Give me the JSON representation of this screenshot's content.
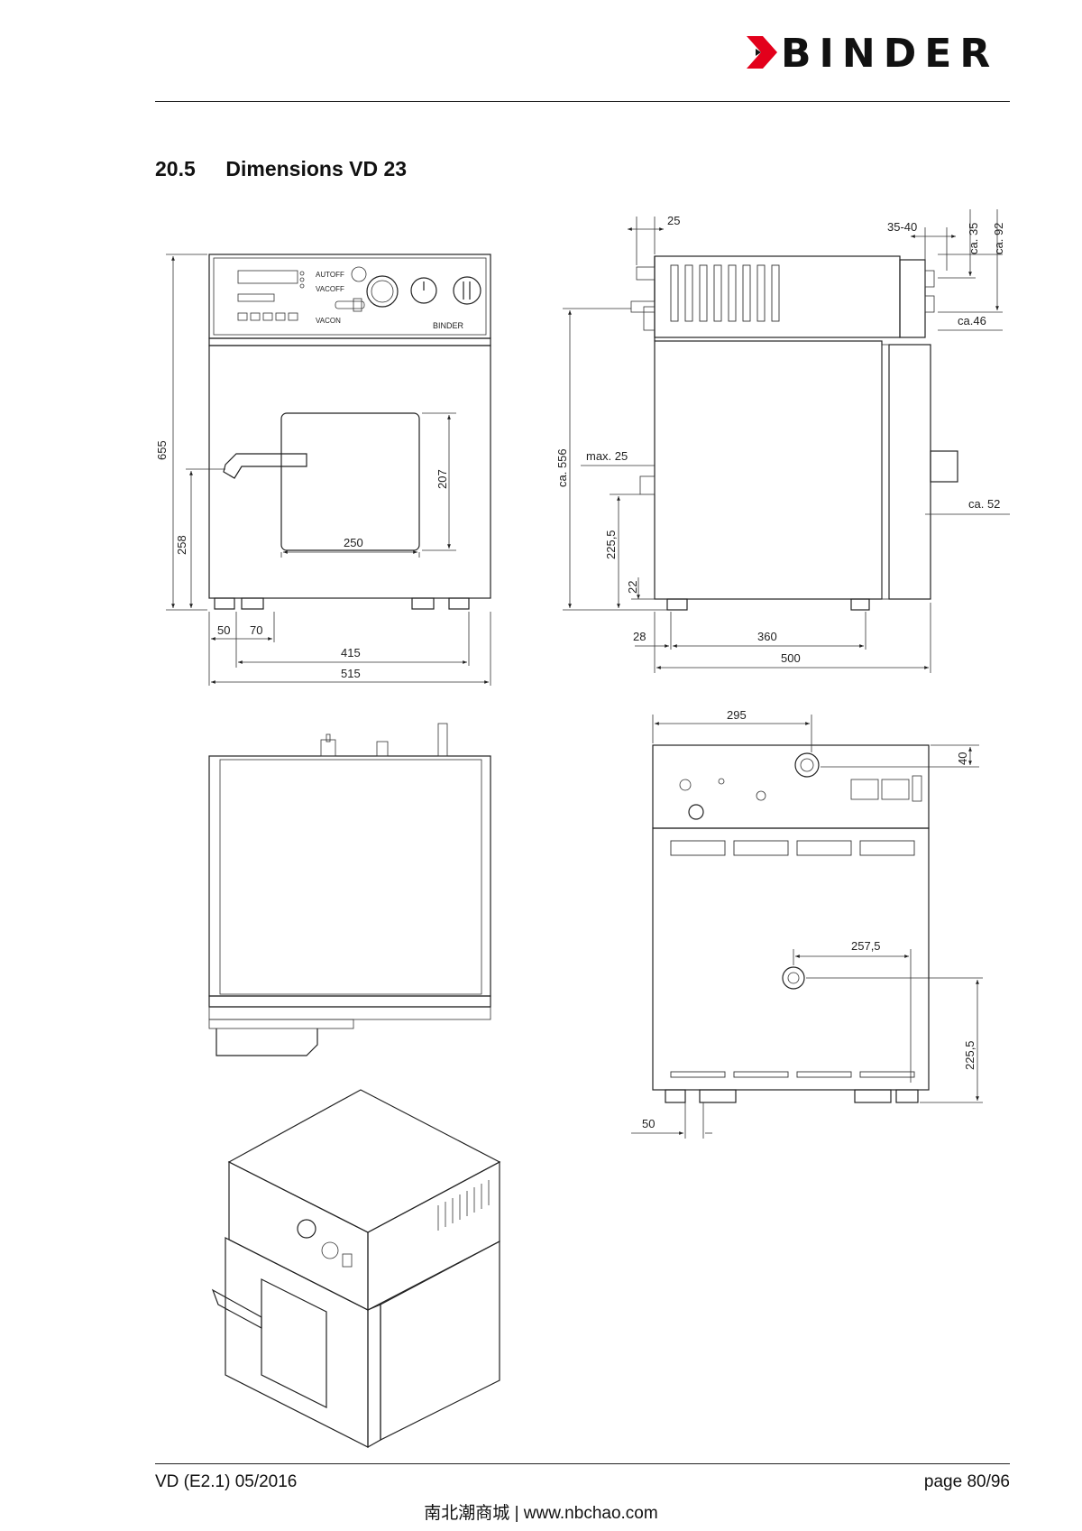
{
  "header": {
    "brand": "BINDER"
  },
  "section": {
    "number": "20.5",
    "title": "Dimensions VD 23"
  },
  "labels": {
    "front": {
      "height_655": "655",
      "handle_258": "258",
      "window_207": "207",
      "window_250": "250",
      "foot_50": "50",
      "foot_70": "70",
      "width_415": "415",
      "width_515": "515"
    },
    "panel": {
      "autoff": "AUTOFF",
      "vacoff": "VACOFF",
      "vacon": "VACON",
      "brand_small": "BINDER"
    },
    "side": {
      "top_25": "25",
      "range_35_40": "35-40",
      "ca35": "ca. 35",
      "ca92": "ca. 92",
      "ca46": "ca.46",
      "ca556": "ca. 556",
      "max25": "max. 25",
      "h225_5": "225,5",
      "h22": "22",
      "ca52": "ca. 52",
      "d28": "28",
      "d360": "360",
      "d500": "500"
    },
    "rear": {
      "w295": "295",
      "h40": "40",
      "w257_5": "257,5",
      "h225_5": "225,5",
      "w50": "50"
    }
  },
  "footer": {
    "left": "VD (E2.1) 05/2016",
    "right": "page 80/96",
    "watermark": "南北潮商城 | www.nbchao.com"
  },
  "colors": {
    "brand_red": "#e3001b",
    "line": "#222222"
  }
}
